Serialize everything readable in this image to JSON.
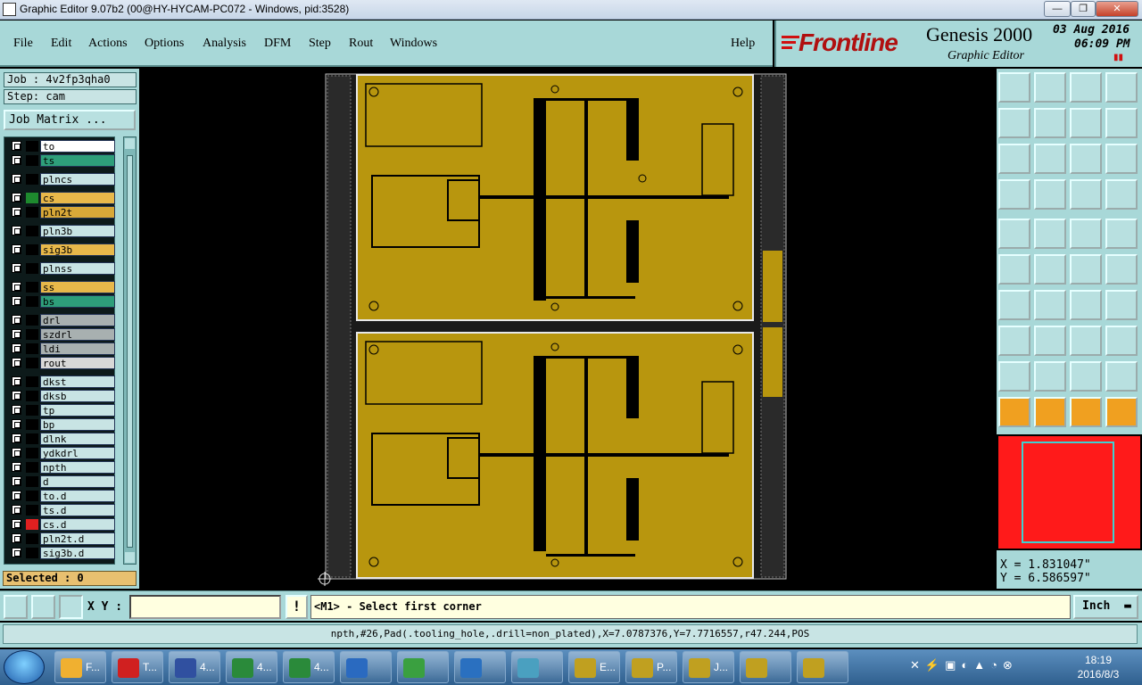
{
  "window": {
    "title": "Graphic Editor 9.07b2 (00@HY-HYCAM-PC072 - Windows, pid:3528)",
    "min": "—",
    "max": "❐",
    "close": "✕"
  },
  "menu": {
    "file": "File",
    "edit": "Edit",
    "actions": "Actions",
    "options": "Options",
    "analysis": "Analysis",
    "dfm": "DFM",
    "step": "Step",
    "rout": "Rout",
    "windows": "Windows",
    "help": "Help"
  },
  "header": {
    "brand": "Frontline",
    "product": "Genesis 2000",
    "subtitle": "Graphic Editor",
    "date": "03 Aug 2016",
    "time": "06:09 PM",
    "pause": "▮▮"
  },
  "job": {
    "job": "Job : 4v2fp3qha0",
    "step": "Step: cam",
    "matrix_button": "Job Matrix ..."
  },
  "layers": [
    {
      "name": "to",
      "color": "#ffffff",
      "tag": "#000000"
    },
    {
      "name": "ts",
      "color": "#2e9e7a",
      "tag": "#000000"
    },
    {
      "name": "plncs",
      "color": "#c8e4e4",
      "tag": "#000000"
    },
    {
      "name": "cs",
      "color": "#e8b84a",
      "tag": "#1e8a2e"
    },
    {
      "name": "pln2t",
      "color": "#d8a838",
      "tag": "#000000"
    },
    {
      "name": "pln3b",
      "color": "#c8e4e4",
      "tag": "#000000"
    },
    {
      "name": "sig3b",
      "color": "#e8b84a",
      "tag": "#000000"
    },
    {
      "name": "plnss",
      "color": "#c8e4e4",
      "tag": "#000000"
    },
    {
      "name": "ss",
      "color": "#e8b84a",
      "tag": "#000000"
    },
    {
      "name": "bs",
      "color": "#2e9e7a",
      "tag": "#000000"
    },
    {
      "name": "drl",
      "color": "#a8b0b0",
      "tag": "#000000"
    },
    {
      "name": "szdrl",
      "color": "#a8b0b0",
      "tag": "#000000"
    },
    {
      "name": "ldi",
      "color": "#a8b0b0",
      "tag": "#000000"
    },
    {
      "name": "rout",
      "color": "#d8d8d8",
      "tag": "#000000"
    },
    {
      "name": "dkst",
      "color": "#c8e4e4",
      "tag": "#000000"
    },
    {
      "name": "dksb",
      "color": "#c8e4e4",
      "tag": "#000000"
    },
    {
      "name": "tp",
      "color": "#c8e4e4",
      "tag": "#000000"
    },
    {
      "name": "bp",
      "color": "#c8e4e4",
      "tag": "#000000"
    },
    {
      "name": "dlnk",
      "color": "#c8e4e4",
      "tag": "#000000"
    },
    {
      "name": "ydkdrl",
      "color": "#c8e4e4",
      "tag": "#000000"
    },
    {
      "name": "npth",
      "color": "#c8e4e4",
      "tag": "#000000"
    },
    {
      "name": "d",
      "color": "#c8e4e4",
      "tag": "#000000"
    },
    {
      "name": "to.d",
      "color": "#c8e4e4",
      "tag": "#000000"
    },
    {
      "name": "ts.d",
      "color": "#c8e4e4",
      "tag": "#000000"
    },
    {
      "name": "cs.d",
      "color": "#c8e4e4",
      "tag": "#e02020"
    },
    {
      "name": "pln2t.d",
      "color": "#c8e4e4",
      "tag": "#000000"
    },
    {
      "name": "sig3b.d",
      "color": "#c8e4e4",
      "tag": "#000000"
    }
  ],
  "selected": "Selected : 0",
  "coords": {
    "x": "X = 1.831047\"",
    "y": "Y = 6.586597\""
  },
  "cmd": {
    "xy_label": "X Y :",
    "xy_value": "",
    "prompt": "<M1> - Select first corner",
    "unit": "Inch"
  },
  "status": "npth,#26,Pad(.tooling_hole,.drill=non_plated),X=7.0787376,Y=7.7716557,r47.244,POS",
  "taskbar": {
    "tasks": [
      "F...",
      "T...",
      "4...",
      "4...",
      "4...",
      "",
      "",
      "",
      "",
      "E...",
      "P...",
      "J...",
      "",
      ""
    ],
    "clock_time": "18:19",
    "clock_date": "2016/8/3"
  },
  "colors": {
    "panel": "#a8d8d8",
    "board": "#b8960e",
    "preview": "#ff1a1a"
  }
}
